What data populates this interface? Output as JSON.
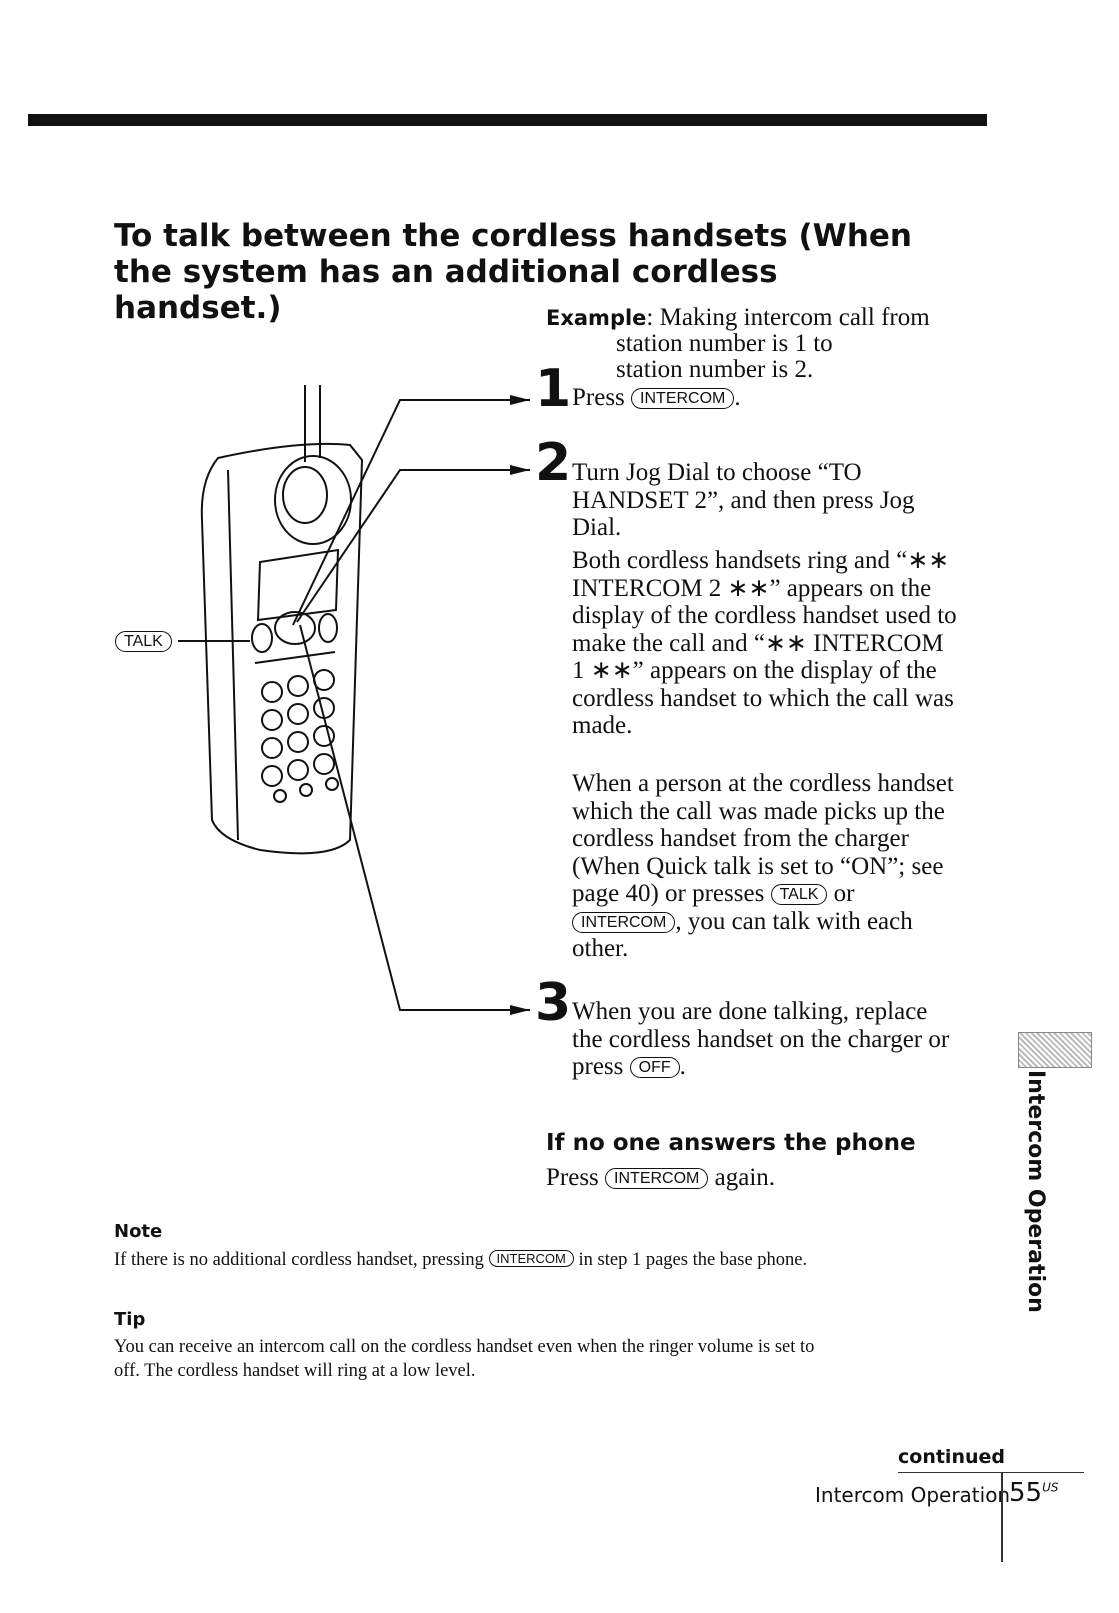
{
  "title": "To talk between the cordless handsets (When the system has an additional cordless handset.)",
  "example": {
    "label": "Example",
    "line1": ": Making intercom call from",
    "line2": "station number is 1 to",
    "line3": "station number is 2."
  },
  "keys": {
    "intercom": "INTERCOM",
    "talk": "TALK",
    "off": "OFF"
  },
  "steps": [
    {
      "number": "1",
      "pre": "Press ",
      "post": "."
    },
    {
      "number": "2",
      "text": "Turn Jog Dial to choose “TO HANDSET 2”, and then press Jog Dial.",
      "para1": "Both cordless handsets ring and “∗∗ INTERCOM 2 ∗∗” appears on the display of the cordless handset used to make the call and “∗∗ INTERCOM 1 ∗∗” appears on the display of the cordless handset to which the call was made.",
      "para2_pre": "When a person at the cordless handset which the call was made picks up the cordless handset from the charger (When Quick talk is set to “ON”; see page 40) or presses ",
      "para2_or": " or ",
      "para2_post": ", you can talk with each other."
    },
    {
      "number": "3",
      "pre": "When you are done talking, replace the cordless handset on the charger or press ",
      "post": "."
    }
  ],
  "no_answer": {
    "heading": "If no one answers the phone",
    "pre": "Press ",
    "post": " again."
  },
  "note": {
    "heading": "Note",
    "pre": "If there is no additional cordless handset, pressing ",
    "post": " in step 1 pages the base phone."
  },
  "tip": {
    "heading": "Tip",
    "text": "You can receive an intercom call on the cordless handset even when the ringer volume is set to off. The cordless handset will ring at a low level."
  },
  "sidebar_label": "Intercom Operation",
  "footer": {
    "continued": "continued",
    "section": "Intercom Operation",
    "page": "55",
    "page_suffix": "US"
  }
}
